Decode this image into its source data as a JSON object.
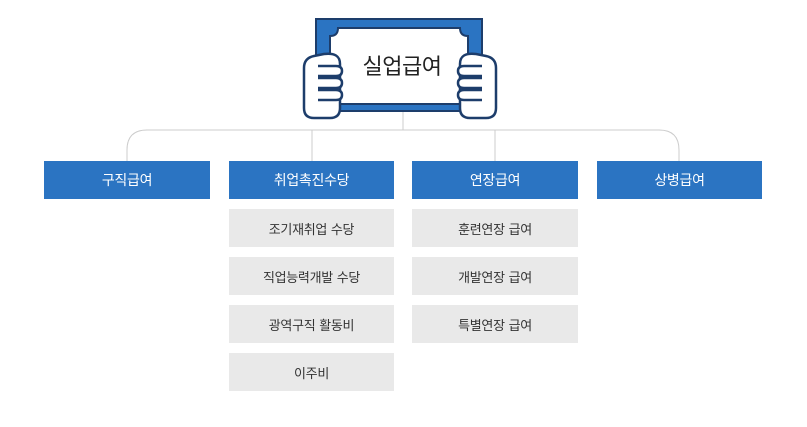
{
  "title": "실업급여",
  "categories": [
    {
      "label": "구직급여",
      "items": []
    },
    {
      "label": "취업촉진수당",
      "items": [
        "조기재취업 수당",
        "직업능력개발 수당",
        "광역구직 활동비",
        "이주비"
      ]
    },
    {
      "label": "연장급여",
      "items": [
        "훈련연장 급여",
        "개발연장 급여",
        "특별연장 급여"
      ]
    },
    {
      "label": "상병급여",
      "items": []
    }
  ],
  "colors": {
    "primary": "#2b74c2",
    "sub_bg": "#e9e9e9",
    "line": "#cccccc"
  }
}
